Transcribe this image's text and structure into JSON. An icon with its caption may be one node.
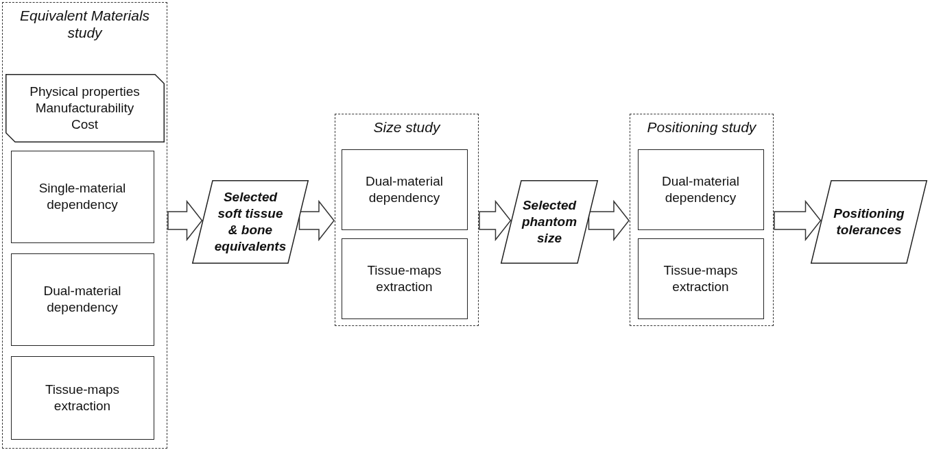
{
  "diagram": {
    "nodes": [
      {
        "text": [
          "Equivalent Materials study"
        ]
      },
      {
        "text": [
          "Physical properties Manufacturability Cost"
        ],
        "in": 0
      },
      {
        "text": [
          "Single-material dependency"
        ],
        "in": 0
      },
      {
        "text": [
          "Dual-material dependency"
        ],
        "in": 0
      },
      {
        "text": [
          "Tissue-maps extraction"
        ],
        "in": 0
      },
      {
        "text": [
          "Selected soft tissue & bone equivalents"
        ]
      },
      {
        "text": [
          "Size study"
        ]
      },
      {
        "text": [
          "Dual-material dependency"
        ],
        "in": 6
      },
      {
        "text": [
          "Tissue-maps extraction"
        ],
        "in": 6
      },
      {
        "text": [
          "Selected phantom size"
        ]
      },
      {
        "text": [
          "Positioning study"
        ]
      },
      {
        "text": [
          "Dual-material dependency"
        ],
        "in": 10
      },
      {
        "text": [
          "Tissue-maps extraction"
        ],
        "in": 10
      },
      {
        "text": [
          "Positioning tolerances"
        ]
      }
    ],
    "edges": [
      {
        "from": 0,
        "to": 5,
        "arrow": "to"
      },
      {
        "from": 5,
        "to": 6,
        "arrow": "to"
      },
      {
        "from": 6,
        "to": 9,
        "arrow": "to"
      },
      {
        "from": 9,
        "to": 10,
        "arrow": "to"
      },
      {
        "from": 10,
        "to": 13,
        "arrow": "to"
      }
    ]
  }
}
